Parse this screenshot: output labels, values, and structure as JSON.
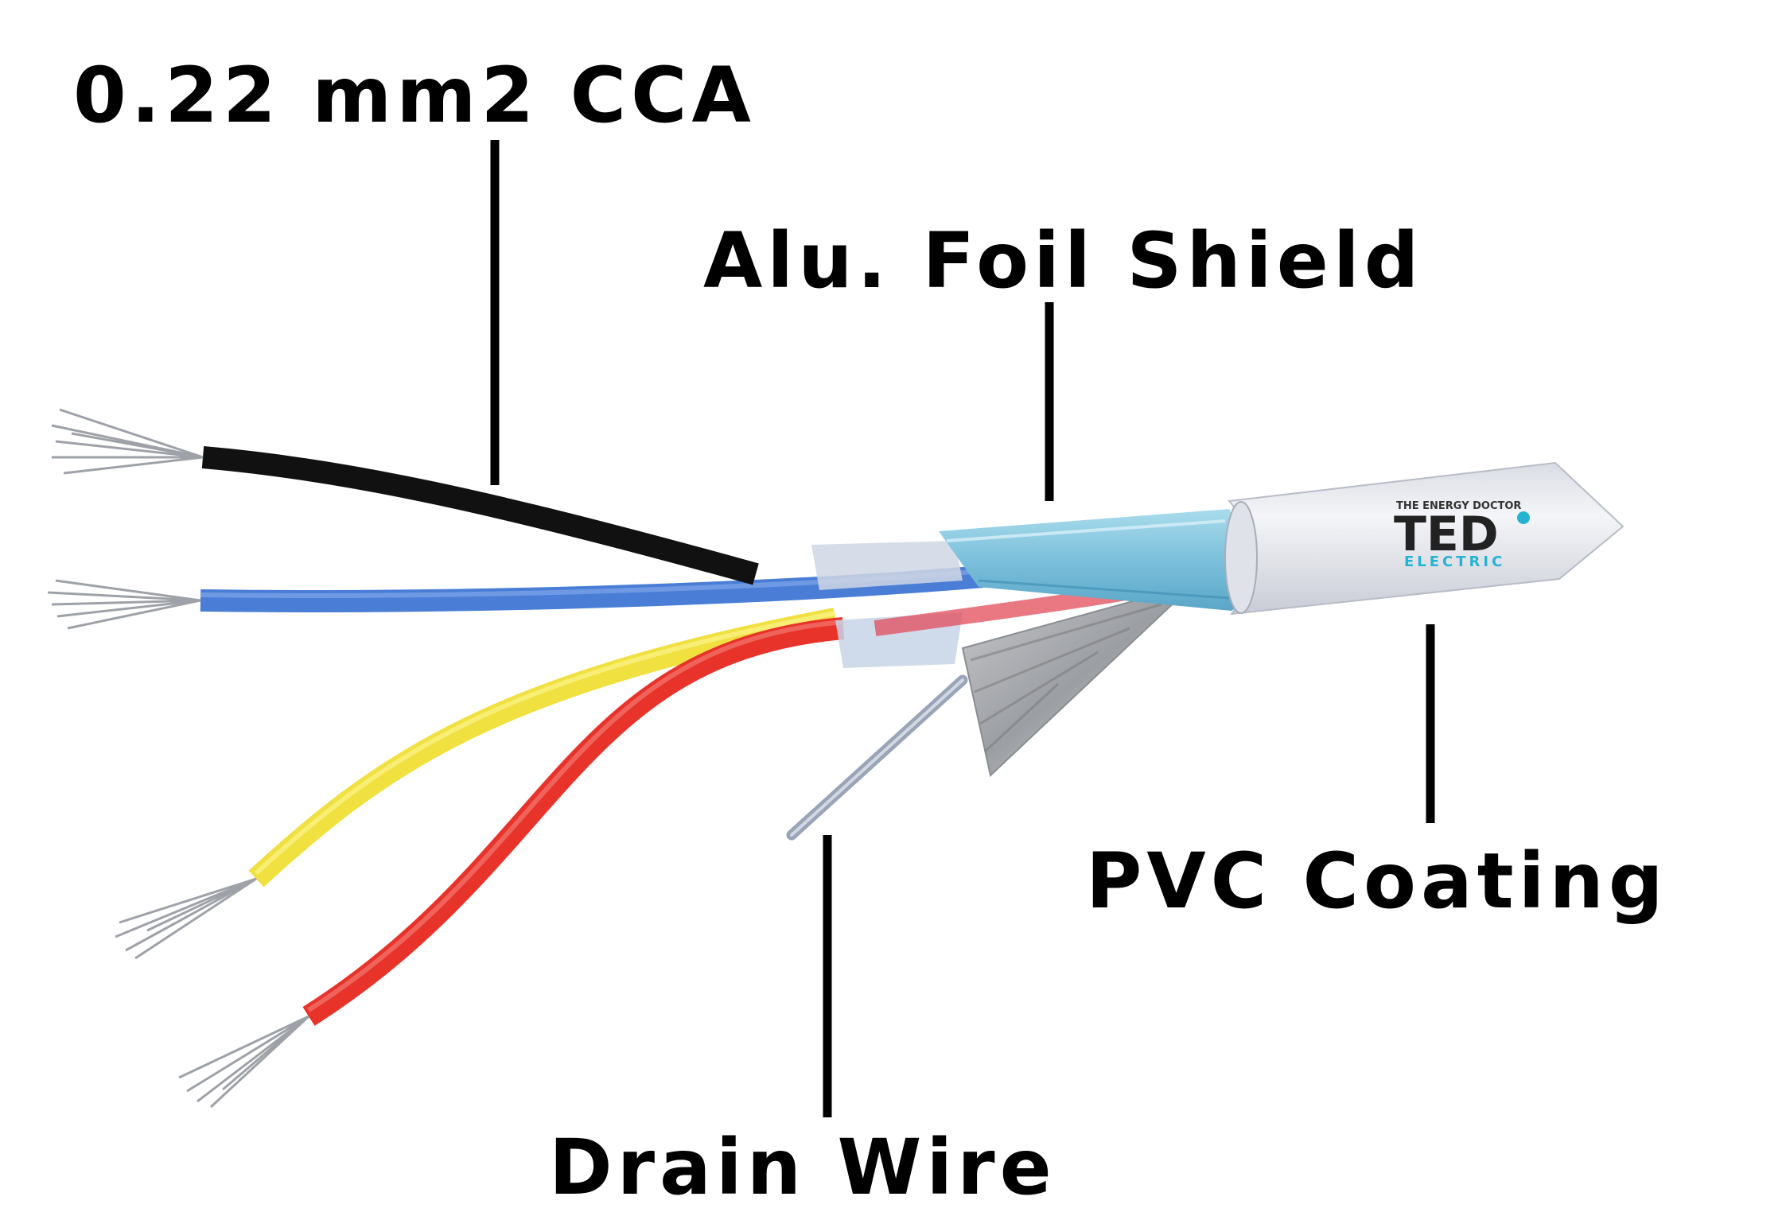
{
  "labels": {
    "conductor": "0.22 mm2 CCA",
    "foil_shield": "Alu. Foil Shield",
    "pvc_coating": "PVC Coating",
    "drain_wire": "Drain Wire"
  },
  "logo": {
    "tagline": "THE ENERGY DOCTOR",
    "brand": "TED",
    "sub": "ELECTRIC"
  },
  "colors": {
    "background": "#ffffff",
    "leader": "#000000",
    "wire_black": "#111111",
    "wire_blue": "#4a7ed6",
    "wire_yellow": "#f0e040",
    "wire_red": "#e8332b",
    "foil_shield": "#8cc7e0",
    "pvc_jacket": "#e6e8ee",
    "logo_accent": "#25b3d4"
  }
}
